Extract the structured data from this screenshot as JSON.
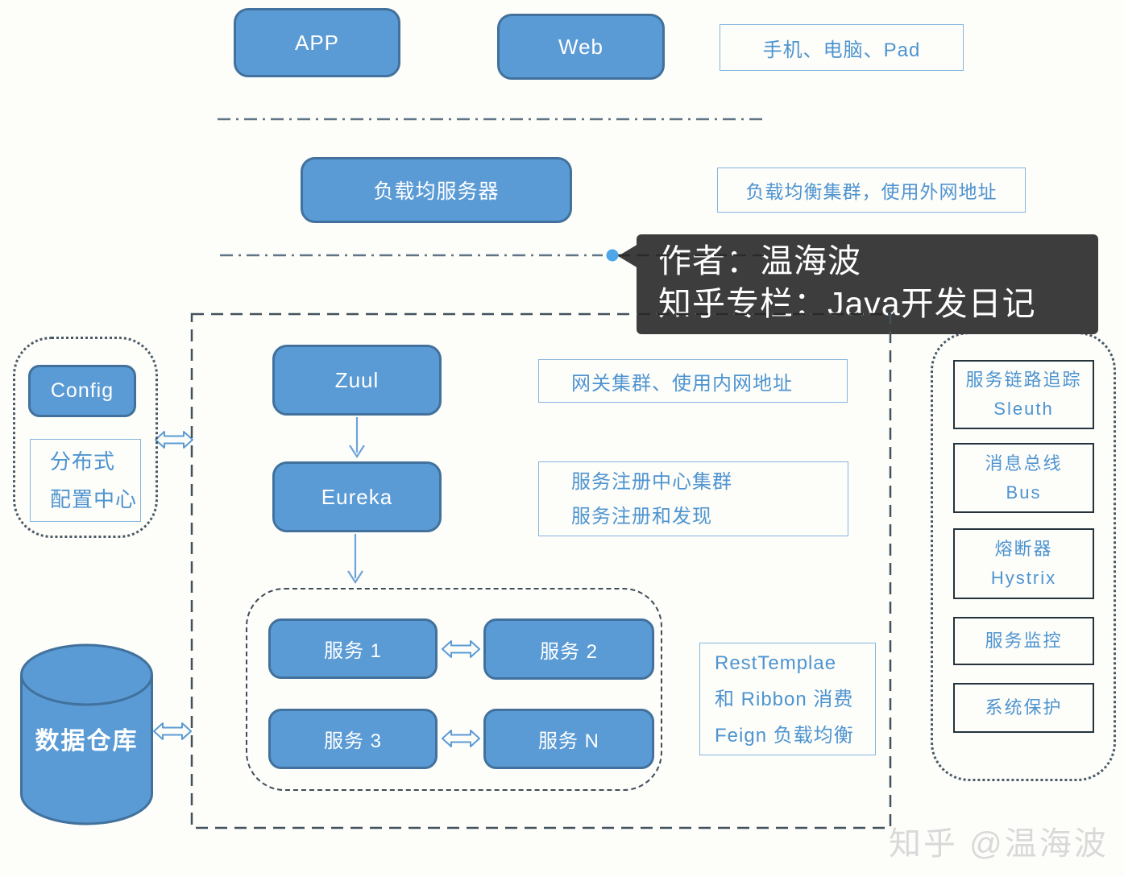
{
  "colors": {
    "box_fill": "#5b9bd5",
    "box_border": "#41719c",
    "note_border": "#85b6e0",
    "note_text": "#4e94d0",
    "panel_border": "#24333c",
    "dashed_border": "#42525c",
    "separator_gray": "#5f7484",
    "dot_blue": "#4da6e8",
    "tooltip_bg": "#3d3d3d",
    "watermark_gray": "#d9d9d9"
  },
  "top_row": {
    "app_label": "APP",
    "web_label": "Web",
    "devices_note": "手机、电脑、Pad"
  },
  "load_balancer": {
    "box_label": "负载均服务器",
    "note": "负载均衡集群，使用外网地址"
  },
  "tooltip": {
    "line1": "作者：温海波",
    "line2": "知乎专栏：Java开发日记"
  },
  "config_panel": {
    "box_label": "Config",
    "note_line1": "分布式",
    "note_line2": "配置中心"
  },
  "gateway": {
    "zuul_label": "Zuul",
    "eureka_label": "Eureka",
    "gateway_note": "网关集群、使用内网地址",
    "registry_note_line1": "服务注册中心集群",
    "registry_note_line2": "服务注册和发现"
  },
  "services": {
    "s1_label": "服务 1",
    "s2_label": "服务 2",
    "s3_label": "服务 3",
    "sn_label": "服务 N",
    "consume_note_line1": "RestTemplae",
    "consume_note_line2": "和 Ribbon 消费",
    "consume_note_line3": "Feign 负载均衡"
  },
  "warehouse": {
    "label": "数据仓库"
  },
  "right_panel": {
    "items": [
      {
        "line1": "服务链路追踪",
        "line2": "Sleuth"
      },
      {
        "line1": "消息总线",
        "line2": "Bus"
      },
      {
        "line1": "熔断器",
        "line2": "Hystrix"
      },
      {
        "line1": "服务监控"
      },
      {
        "line1": "系统保护"
      }
    ]
  },
  "watermark": "知乎 @温海波"
}
